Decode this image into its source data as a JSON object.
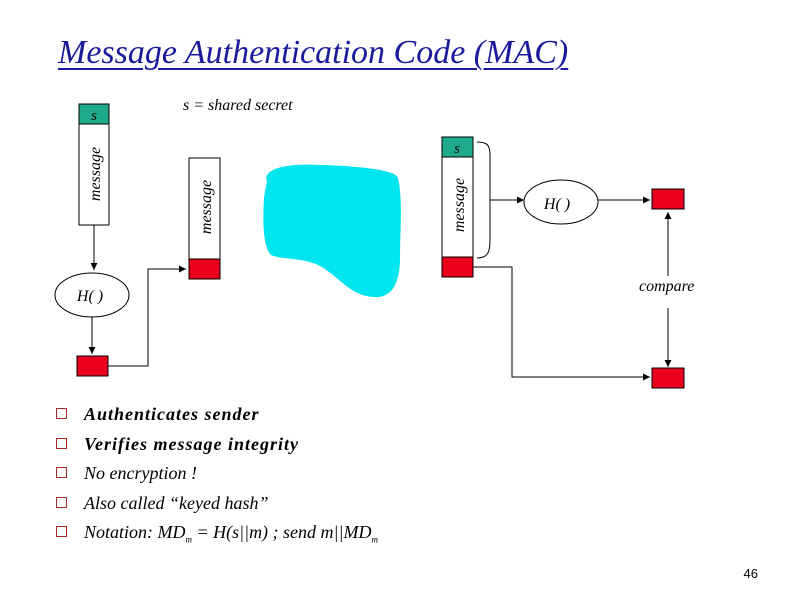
{
  "title": "Message Authentication Code (MAC)",
  "diagram": {
    "shared_secret_note": "s = shared secret",
    "secret_label": "s",
    "message_label": "message",
    "hash_label": "H( )",
    "compare_label": "compare",
    "colors": {
      "secret": "#1faa8c",
      "mac": "#e8001c",
      "channel": "#00e5ee"
    }
  },
  "bullets": [
    {
      "text": "Authenticates sender"
    },
    {
      "text": "Verifies message integrity"
    },
    {
      "text": "No encryption !"
    },
    {
      "text": "Also called “keyed hash”"
    },
    {
      "notation": {
        "prefix": "Notation: MD",
        "sub1": "m",
        "middle": " = H(s",
        "concat1": "||",
        "middle2": "m) ; send m",
        "concat2": "||",
        "suffix": "MD",
        "sub2": "m"
      }
    }
  ],
  "page_number": "46"
}
